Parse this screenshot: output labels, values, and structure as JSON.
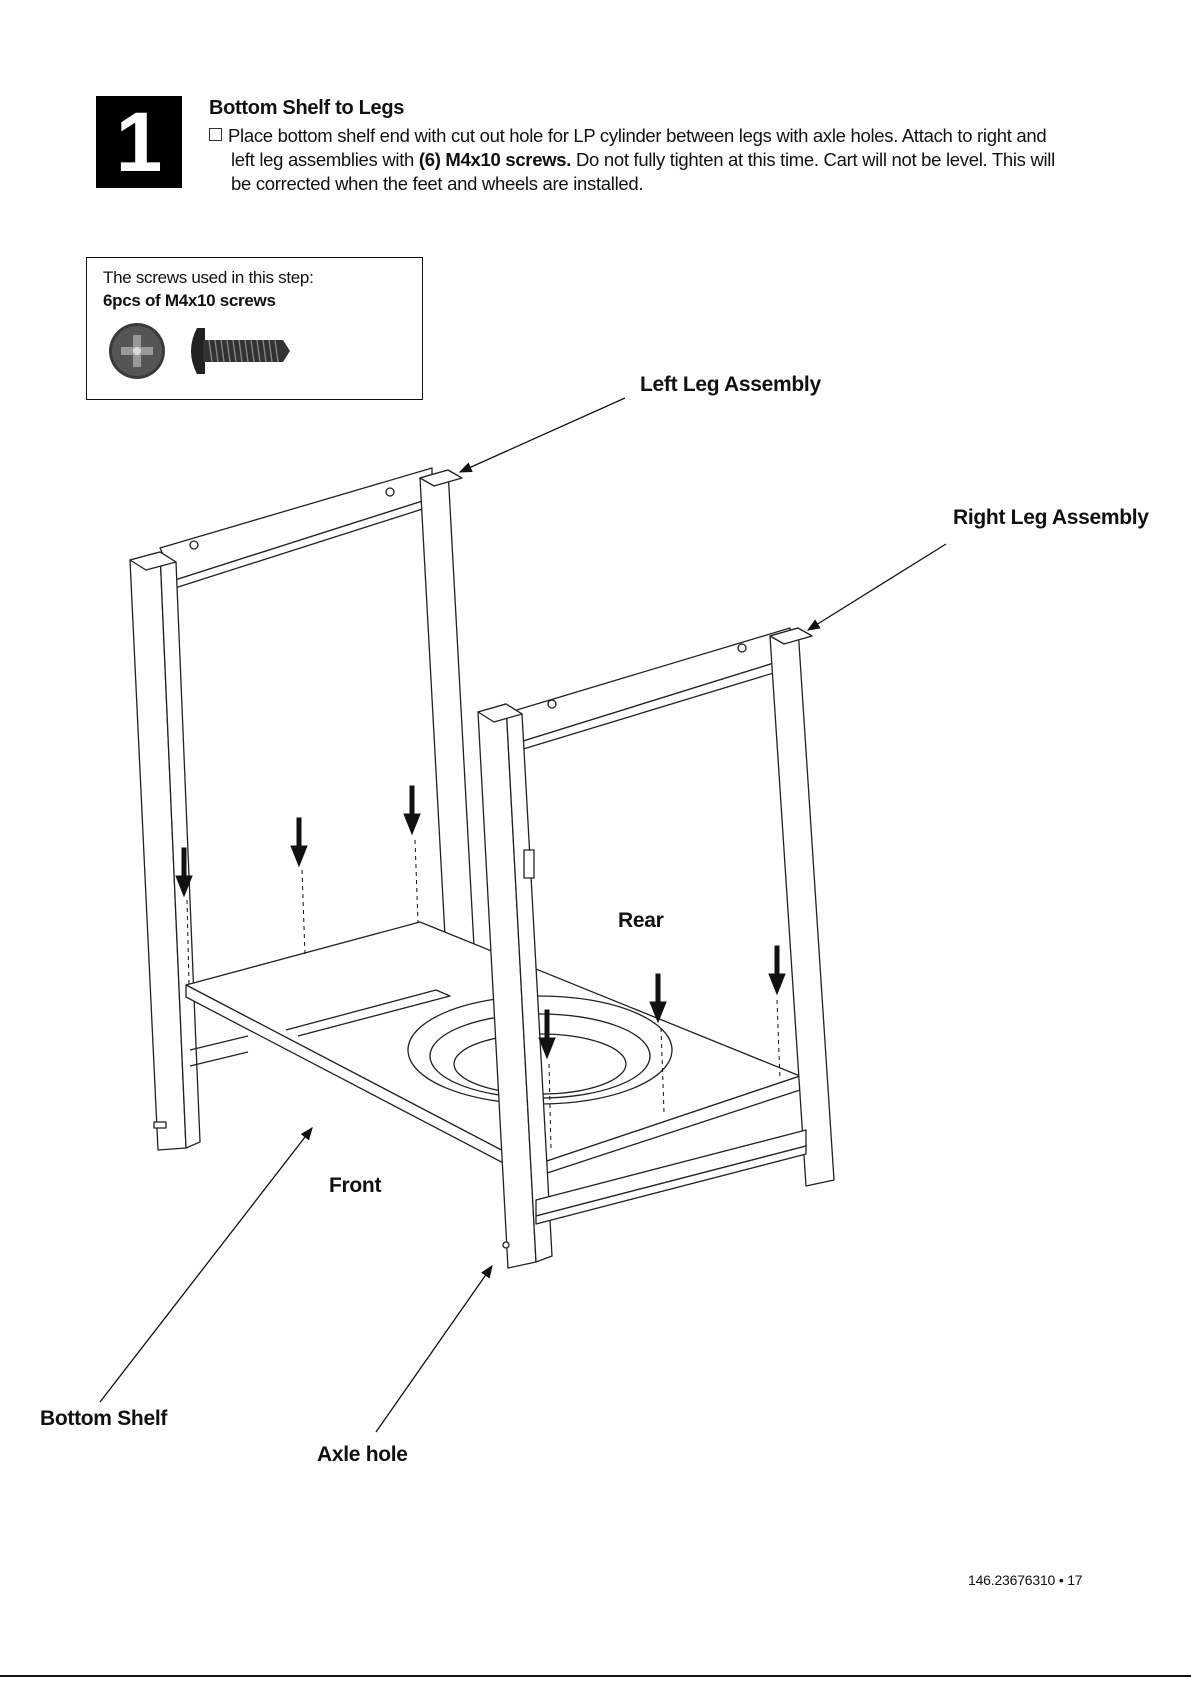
{
  "step": {
    "number": "1",
    "title": "Bottom Shelf to Legs",
    "instruction_line1": "Place bottom shelf end with cut out hole for LP cylinder between legs with axle holes. Attach to right and",
    "instruction_line2_a": "left leg assemblies with ",
    "instruction_line2_b": "(6) M4x10 screws.",
    "instruction_line2_c": " Do not fully tighten at this time. Cart will not be level. This will",
    "instruction_line3": "be corrected when the feet and wheels are installed."
  },
  "screw_box": {
    "caption": "The screws used in this step:",
    "count": "6pcs of M4x10 screws"
  },
  "labels": {
    "left_leg": "Left Leg Assembly",
    "right_leg": "Right Leg Assembly",
    "rear": "Rear",
    "front": "Front",
    "bottom_shelf": "Bottom Shelf",
    "axle_hole": "Axle hole"
  },
  "footer": {
    "page_number": "146.23676310 • 17"
  }
}
